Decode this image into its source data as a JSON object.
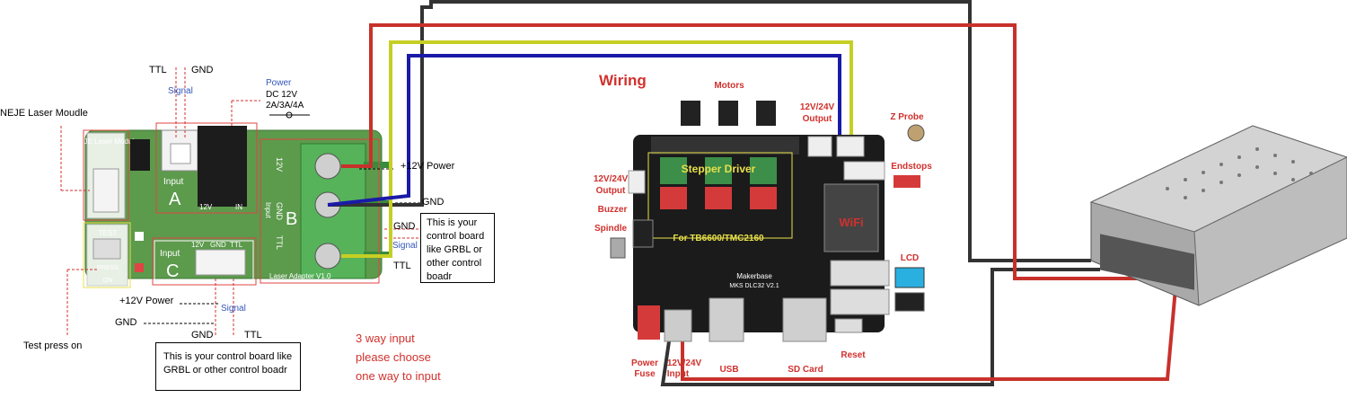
{
  "left": {
    "ttl": "TTL",
    "gnd": "GND",
    "signal": "Signal",
    "power_title": "Power",
    "power_volt": "DC 12V",
    "power_amp": "2A/3A/4A",
    "module_name": "NEJE Laser Moudle",
    "module_label": "NEJE Laser Module",
    "input_a": "Input",
    "input_a_letter": "A",
    "input_b": "Input",
    "input_b_letter": "B",
    "input_c": "Input",
    "input_c_letter": "C",
    "pin_12v": "12V",
    "pin_gnd": "GND",
    "pin_ttl": "TTL",
    "pin_in": "IN",
    "test": "TEST",
    "press": "PRESS",
    "on": "ON",
    "adapter": "Laser Adapter V1.0",
    "plus12v_right": "+12V Power",
    "gnd_right": "GND",
    "gnd_box": "GND",
    "signal_box": "Signal",
    "ttl_box": "TTL",
    "right_box_text": "This is your control board like GRBL or other control boadr",
    "plus12v_bottom": "+12V Power",
    "gnd_bottom": "GND",
    "signal_bottom": "Signal",
    "gnd_bottom2": "GND",
    "ttl_bottom": "TTL",
    "bottom_box_text": "This is your control board like GRBL or other control boadr",
    "test_press_on": "Test press on",
    "three_way": [
      "3 way input",
      "please choose",
      "one way to input"
    ]
  },
  "board": {
    "wiring": "Wiring",
    "motors": "Motors",
    "out_top_1": "12V/24V",
    "out_top_2": "Output",
    "zprobe": "Z Probe",
    "endstops": "Endstops",
    "out_left_1": "12V/24V",
    "out_left_2": "Output",
    "buzzer": "Buzzer",
    "spindle": "Spindle",
    "stepper_driver": "Stepper Driver",
    "for_tb": "For TB6600/TMC2160",
    "wifi": "WiFi",
    "lcd": "LCD",
    "power_fuse_1": "Power",
    "power_fuse_2": "Fuse",
    "input_1": "12V/24V",
    "input_2": "Input",
    "usb": "USB",
    "sdcard": "SD Card",
    "reset": "Reset",
    "brand": "Makerbase",
    "model": "MKS DLC32 V2.1"
  },
  "colors": {
    "red_wire": "#c8312b",
    "black_wire": "#333333",
    "yellow_wire": "#c6cf24",
    "blue_wire": "#1a1aa8",
    "pcb_green": "#5c9a4c",
    "terminal_green": "#56b35a",
    "label_red": "#d0312d",
    "signal_blue": "#3355bb"
  }
}
